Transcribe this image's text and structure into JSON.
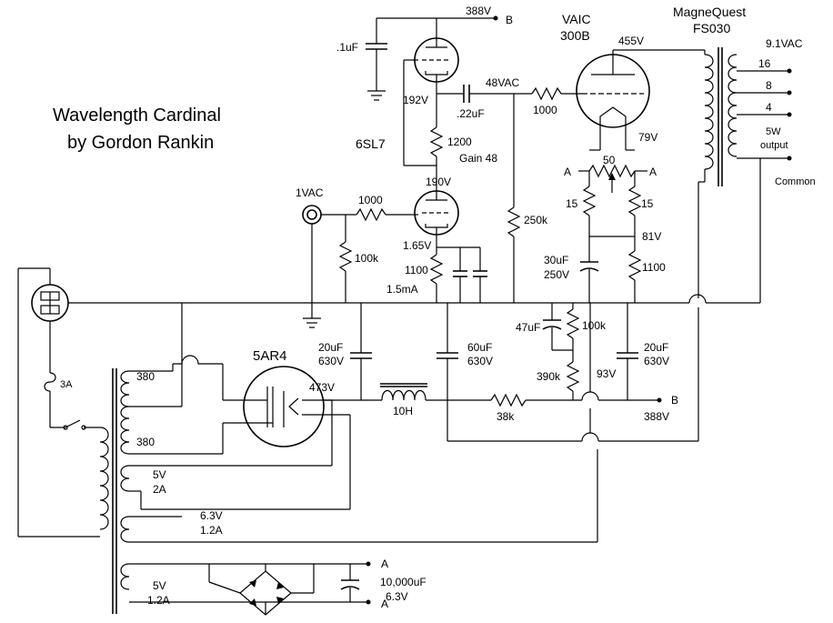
{
  "title": {
    "line1": "Wavelength Cardinal",
    "line2": "by Gordon Rankin"
  },
  "tubes": {
    "driver": "6SL7",
    "output_line1": "VAIC",
    "output_line2": "300B",
    "rectifier": "5AR4"
  },
  "output_transformer": {
    "make": "MagneQuest",
    "model": "FS030",
    "secondary_voltage": "9.1VAC",
    "tap_16": "16",
    "tap_8": "8",
    "tap_4": "4",
    "power_line1": "5W",
    "power_line2": "output",
    "common": "Common"
  },
  "voltages": {
    "b_plus_top": "388V",
    "b_label": "B",
    "plate_300b": "455V",
    "plate_upper_6sl7": "192V",
    "grid_signal": "48VAC",
    "cathode_upper_6sl7": "190V",
    "cathode_lower_6sl7": "1.65V",
    "cathode_current": "1.5mA",
    "filament_300b": "79V",
    "cathode_300b": "81V",
    "rectifier_out": "473V",
    "dropping_node": "93V",
    "b_plus_bottom": "388V",
    "input_level": "1VAC",
    "gain": "Gain 48"
  },
  "components": {
    "c_decouple_top": ".1uF",
    "r_plate_upper": "1200",
    "c_coupling": ".22uF",
    "r_grid_stop_300b": "1000",
    "r_grid_leak_300b": "250k",
    "r_input_stop": "1000",
    "r_input_leak": "100k",
    "r_cathode_6sl7": "1100",
    "hum_pot": "50",
    "hum_r_left": "15",
    "hum_r_right": "15",
    "c_cathode_300b_line1": "30uF",
    "c_cathode_300b_line2": "250V",
    "r_cathode_300b": "1100",
    "c_filter1_line1": "20uF",
    "c_filter1_line2": "630V",
    "c_filter2_line1": "60uF",
    "c_filter2_line2": "630V",
    "choke": "10H",
    "r_dropping": "38k",
    "c_filter3": "47uF",
    "r_divider_top": "100k",
    "r_divider_bottom": "390k",
    "c_filter4_line1": "20uF",
    "c_filter4_line2": "630V",
    "fuse": "3A",
    "a_label": "A",
    "c_filament_line1": "10,000uF",
    "c_filament_line2": "6.3V"
  },
  "power_transformer": {
    "hv_tap_upper": "380",
    "hv_tap_lower": "380",
    "rect_heater_v": "5V",
    "rect_heater_a": "2A",
    "driver_heater_v": "6.3V",
    "driver_heater_a": "1.2A",
    "fil_300b_v": "5V",
    "fil_300b_a": "1.2A"
  }
}
